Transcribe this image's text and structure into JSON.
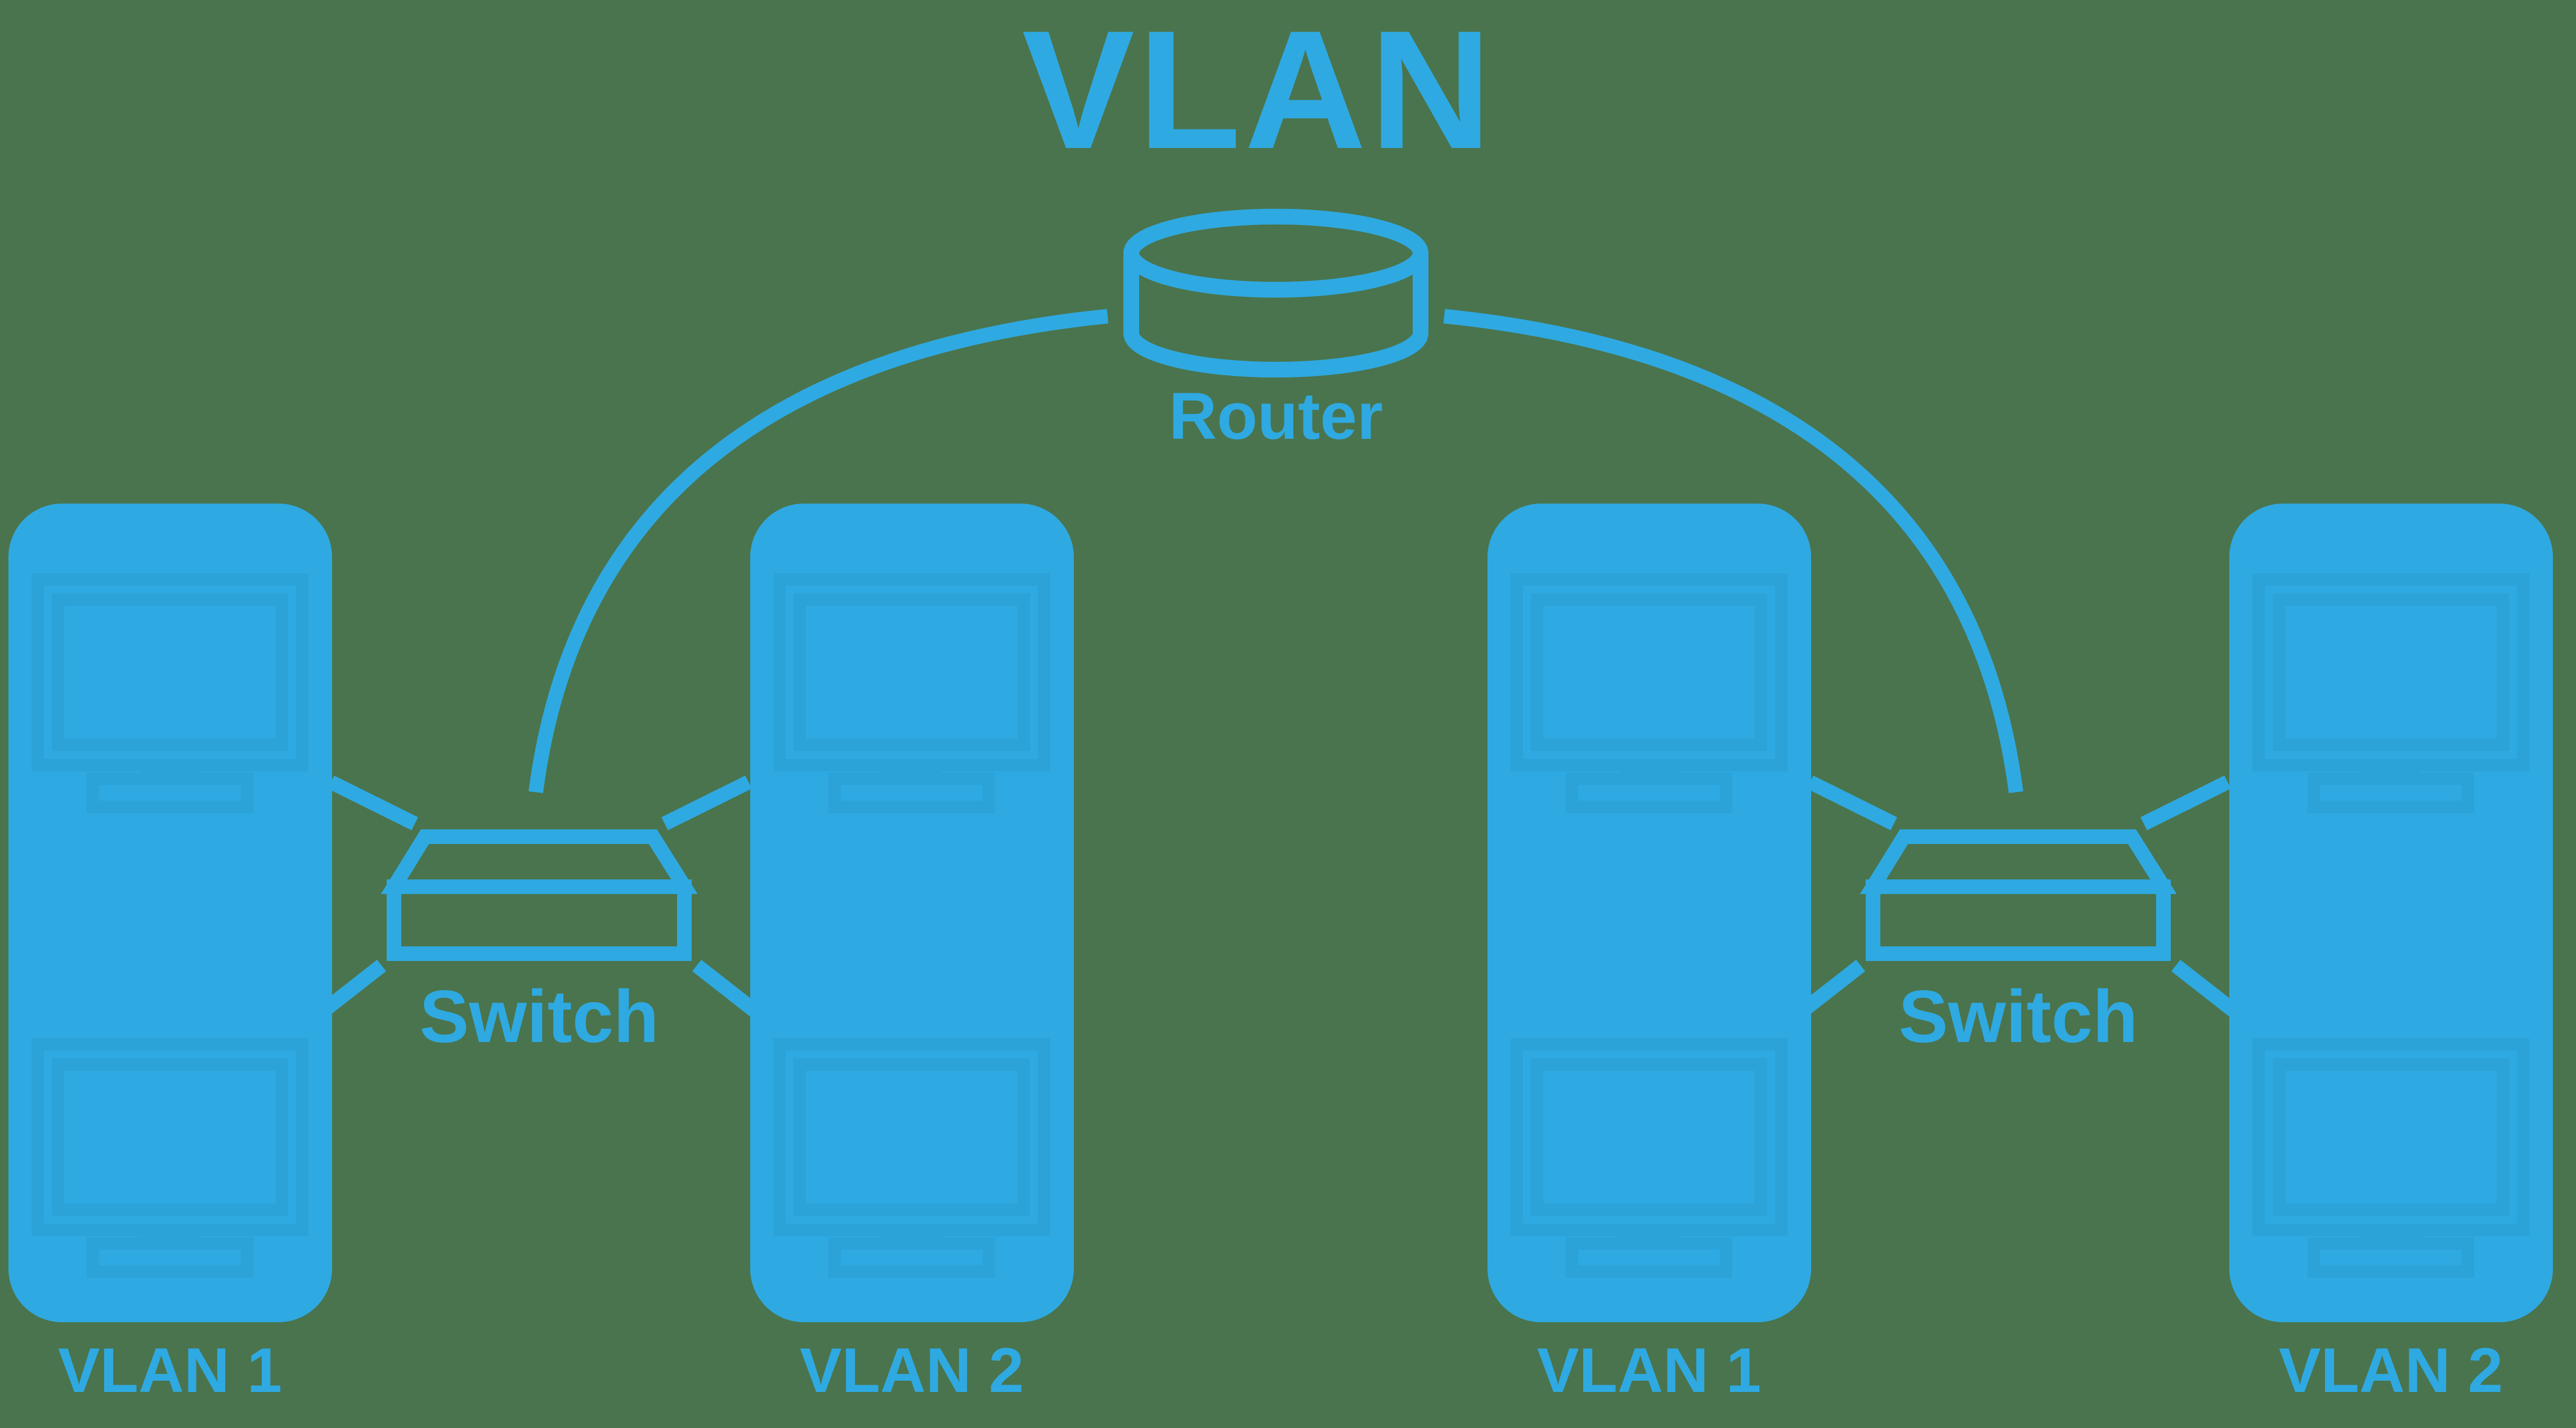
{
  "title": "VLAN",
  "colors": {
    "background": "#4A744D",
    "primary_blue": "#2FA9E1",
    "monitor_outline_blue": "#2BA2D8"
  },
  "icons": {
    "router": "cylinder-outline",
    "switch": "3d-box-outline",
    "host": "desktop-monitor"
  },
  "router": {
    "label": "Router"
  },
  "clusters": [
    {
      "switch_label": "Switch",
      "groups": [
        {
          "label": "VLAN 1"
        },
        {
          "label": "VLAN 2"
        }
      ]
    },
    {
      "switch_label": "Switch",
      "groups": [
        {
          "label": "VLAN 1"
        },
        {
          "label": "VLAN 2"
        }
      ]
    }
  ]
}
